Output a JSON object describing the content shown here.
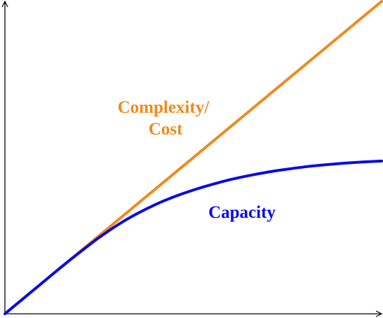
{
  "chart_data": {
    "type": "line",
    "title": "",
    "xlabel": "",
    "ylabel": "",
    "xlim": [
      0,
      10
    ],
    "ylim": [
      0,
      10
    ],
    "grid": false,
    "legend": "none",
    "series": [
      {
        "name": "Complexity/ Cost",
        "name_lines": [
          "Complexity/",
          "Cost"
        ],
        "color": "#f08a1e",
        "x": [
          0,
          10
        ],
        "y": [
          0,
          10
        ]
      },
      {
        "name": "Capacity",
        "name_lines": [
          "Capacity"
        ],
        "color": "#0a0ae6",
        "x": [
          0,
          0.5,
          1,
          1.5,
          2,
          2.5,
          3,
          3.5,
          4,
          4.5,
          5,
          5.5,
          6,
          6.5,
          7,
          7.5,
          8,
          8.5,
          9,
          9.5,
          10
        ],
        "y": [
          0,
          0.5,
          1.0,
          1.5,
          1.98,
          2.44,
          2.85,
          3.2,
          3.5,
          3.75,
          3.96,
          4.14,
          4.3,
          4.43,
          4.54,
          4.63,
          4.71,
          4.77,
          4.82,
          4.86,
          4.89
        ]
      }
    ],
    "colors": {
      "axis": "#000000"
    }
  }
}
